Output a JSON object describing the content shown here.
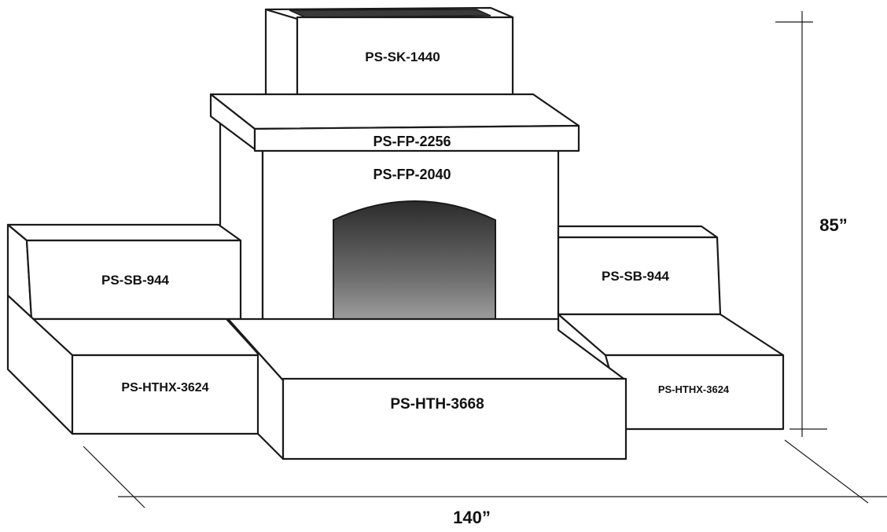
{
  "diagram": {
    "parts": {
      "chimney": "PS-SK-1440",
      "mantel": "PS-FP-2256",
      "firebox_unit": "PS-FP-2040",
      "left_seat_back": "PS-SB-944",
      "right_seat_back": "PS-SB-944",
      "left_hearth_extension": "PS-HTHX-3624",
      "right_hearth_extension": "PS-HTHX-3624",
      "center_hearth": "PS-HTH-3668"
    },
    "dimensions": {
      "height": "85”",
      "width": "140”"
    }
  }
}
